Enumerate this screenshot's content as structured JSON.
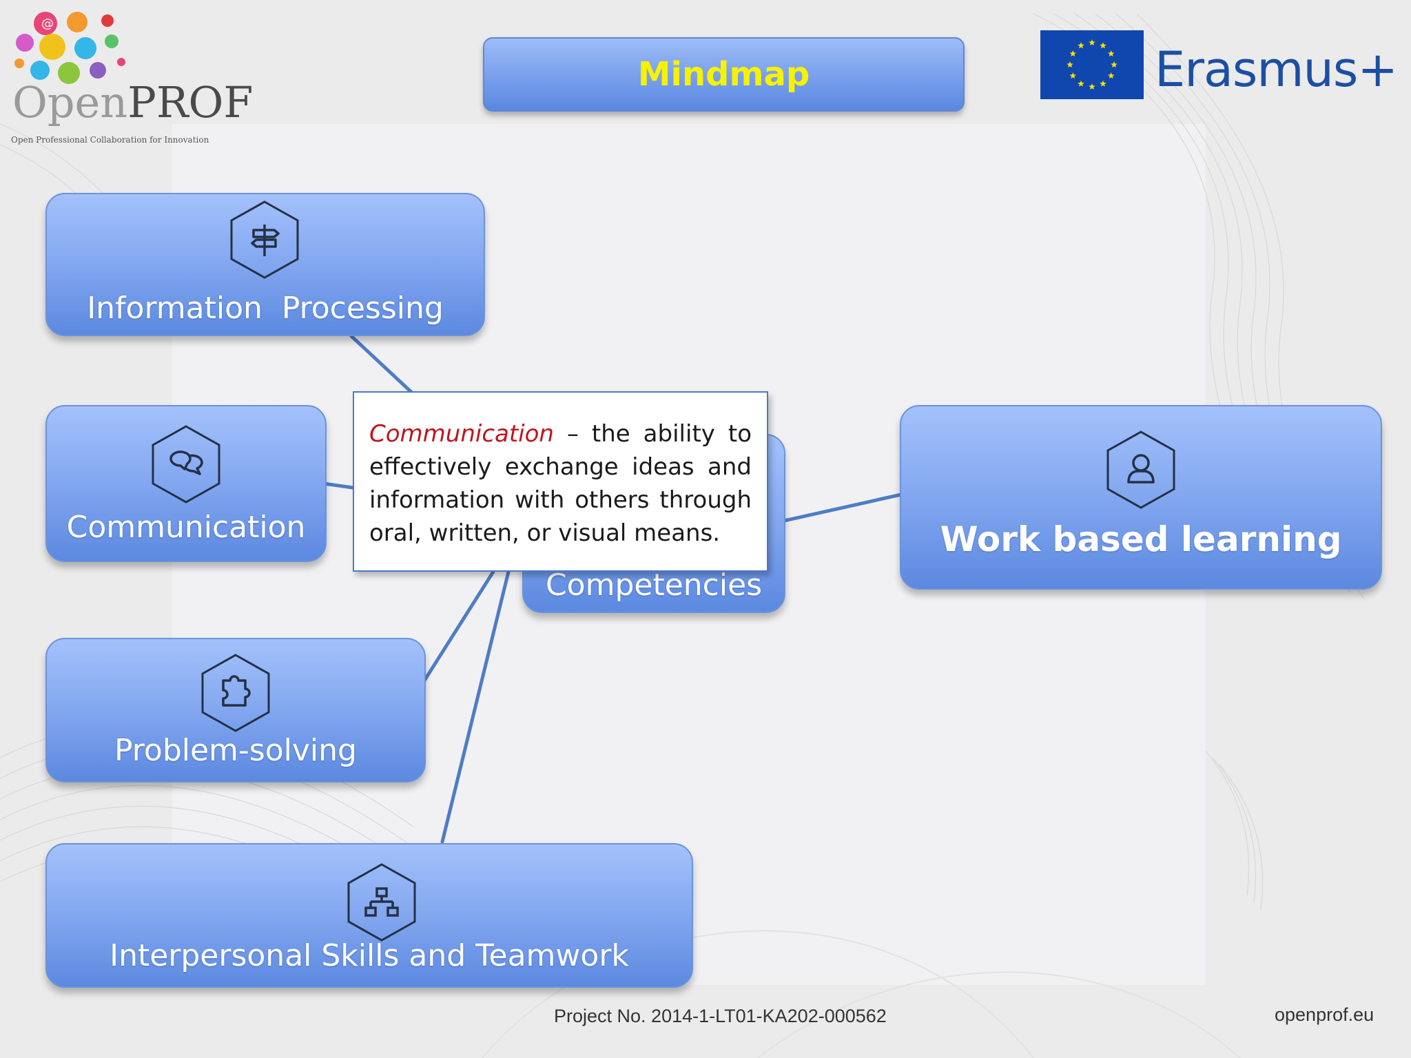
{
  "logo": {
    "text_open": "Open",
    "text_prof": "PROF",
    "tagline": "Open Professional Collaboration for Innovation"
  },
  "erasmus": {
    "label": "Erasmus+"
  },
  "title": "Mindmap",
  "center_node": {
    "label": "Competencies"
  },
  "nodes": {
    "information_processing": {
      "label": "Information  Processing",
      "icon": "signpost-icon"
    },
    "communication": {
      "label": "Communication",
      "icon": "speech-bubbles-icon"
    },
    "problem_solving": {
      "label": "Problem-solving",
      "icon": "puzzle-icon"
    },
    "interpersonal": {
      "label": "Interpersonal Skills and Teamwork",
      "icon": "org-chart-icon"
    },
    "work_based": {
      "label": "Work based learning",
      "icon": "user-icon"
    }
  },
  "callout": {
    "term": "Communication",
    "definition": " – the ability to effectively exchange ideas and information with others through oral, written, or visual means."
  },
  "footer": {
    "project": "Project No. 2014-1-LT01-KA202-000562",
    "site": "openprof.eu"
  },
  "colors": {
    "node_top": "#a3c1fb",
    "node_bottom": "#5c89e0",
    "title_text": "#f6f200",
    "term_text": "#c0141b",
    "connector": "#4f7cc6",
    "eu_blue": "#0f47af",
    "eu_star": "#ffdd00"
  }
}
